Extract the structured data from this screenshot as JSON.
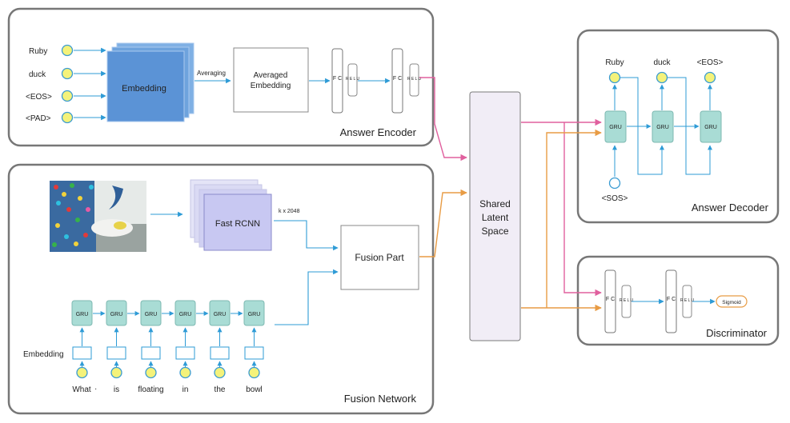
{
  "panels": {
    "answer_encoder": "Answer Encoder",
    "fusion_network": "Fusion Network",
    "answer_decoder": "Answer Decoder",
    "discriminator": "Discriminator"
  },
  "encoder": {
    "tokens": [
      "Ruby",
      "duck",
      "<EOS>",
      "<PAD>"
    ],
    "embedding": "Embedding",
    "averaging": "Averaging",
    "averaged_line1": "Averaged",
    "averaged_line2": "Embedding",
    "fc": "F C",
    "relu": "R E L U"
  },
  "fusion": {
    "fast_rcnn": "Fast RCNN",
    "k_label": "k x 2048",
    "fusion_part": "Fusion Part",
    "gru": "GRU",
    "embedding_label": "Embedding",
    "words": [
      "What",
      "is",
      "floating",
      "in",
      "the",
      "bowl"
    ]
  },
  "shared": {
    "line1": "Shared",
    "line2": "Latent",
    "line3": "Space"
  },
  "decoder": {
    "outputs": [
      "Ruby",
      "duck",
      "<EOS>"
    ],
    "gru": "GRU",
    "sos": "<SOS>"
  },
  "discriminator": {
    "fc": "F C",
    "relu": "R E L U",
    "sigmoid": "Sigmoid"
  },
  "colors": {
    "panel_border": "#777777",
    "arrow_blue": "#2e9bd6",
    "arrow_pink": "#e0609e",
    "arrow_orange": "#e89c45",
    "node_yellow": "#f4f27a",
    "node_border": "#3a9bd2",
    "gru_fill": "#a9dcd5",
    "embedding_blue": "#5b93d6",
    "rcnn_fill": "#c8c8f2",
    "shared_fill": "#f1edf6"
  }
}
